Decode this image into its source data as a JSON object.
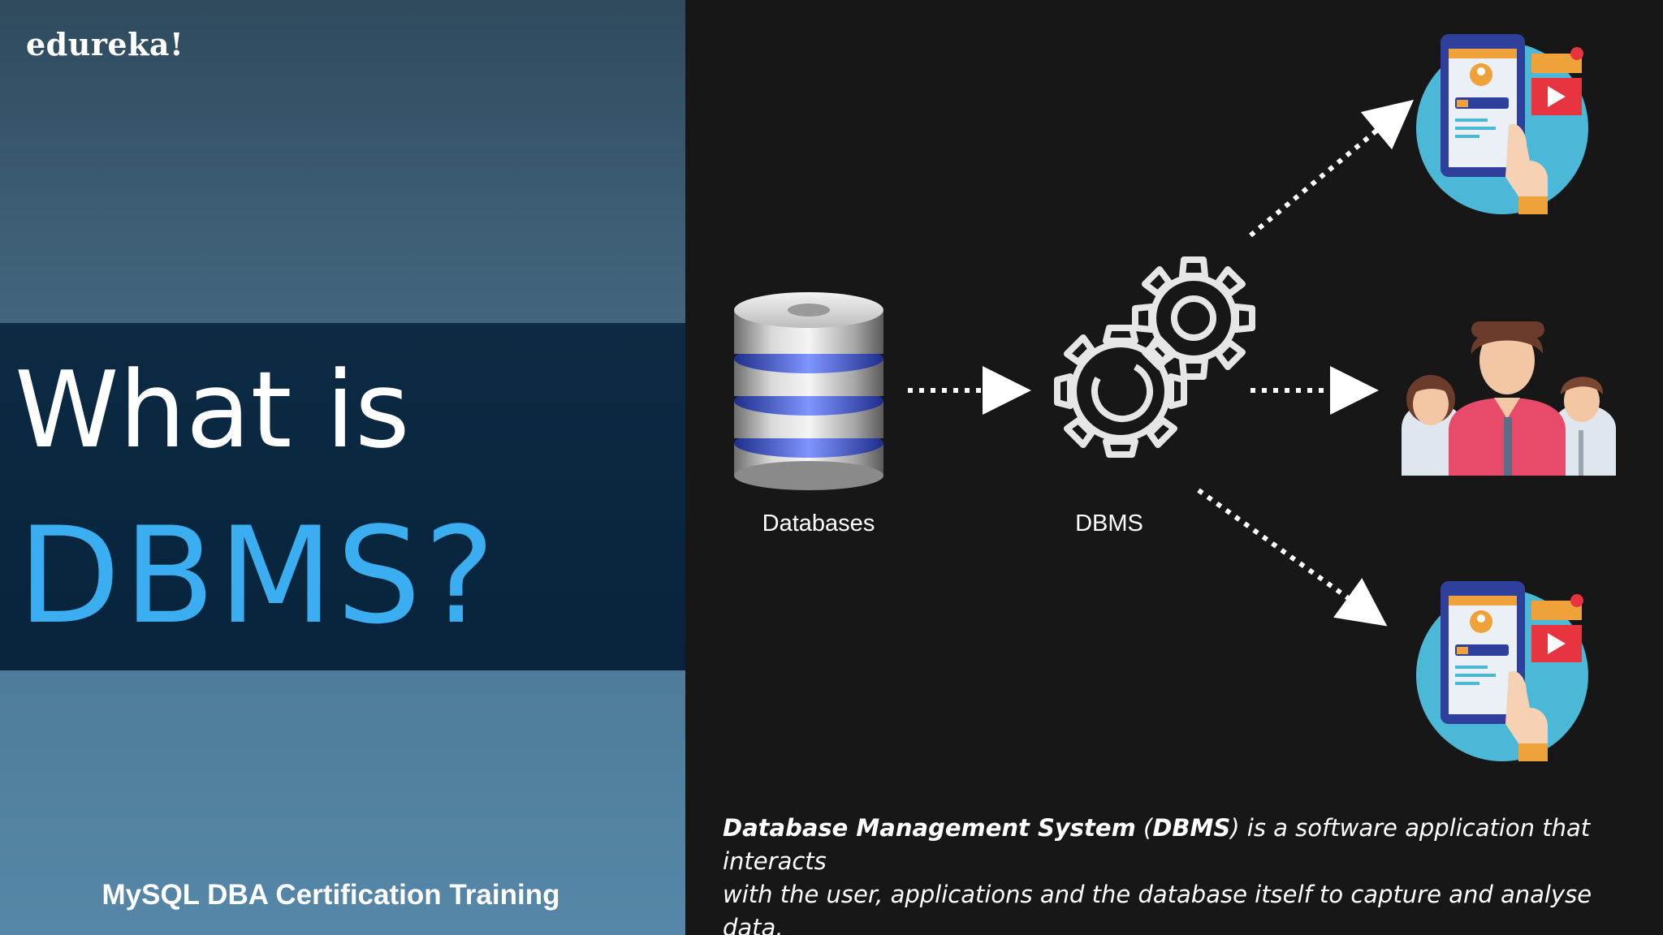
{
  "brand": {
    "logo_text": "edureka!"
  },
  "title": {
    "line1": "What is",
    "line2": "DBMS?"
  },
  "footer": {
    "course": "MySQL DBA Certification Training"
  },
  "diagram": {
    "labels": {
      "databases": "Databases",
      "dbms": "DBMS"
    }
  },
  "description": {
    "term": "Database Management System",
    "open_paren": " (",
    "abbr": "DBMS",
    "rest_line1": ") is a software application that interacts",
    "line2": "with the user, applications and the database itself to capture and analyse data."
  },
  "colors": {
    "accent_blue": "#3aaef0",
    "band_dark": "#07243c",
    "panel_dark": "#171717",
    "icon_circle": "#4ab8d6",
    "app_red": "#e8343f",
    "app_orange": "#f0a23a"
  },
  "icons": [
    "database-stack-icon",
    "gears-icon",
    "mobile-app-icon",
    "people-group-icon",
    "dotted-arrow-icon"
  ]
}
